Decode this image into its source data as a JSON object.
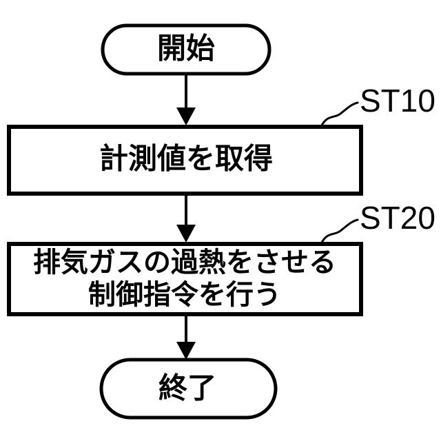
{
  "diagram": {
    "type": "flowchart",
    "orientation": "top-to-bottom",
    "language": "ja",
    "stroke_color": "#000000",
    "fill_color": "#ffffff",
    "background_color": "#ffffff",
    "nodes": [
      {
        "id": "start",
        "shape": "terminator",
        "label": "開始"
      },
      {
        "id": "st10",
        "shape": "process",
        "label": "計測値を取得",
        "reference": "ST10"
      },
      {
        "id": "st20",
        "shape": "process",
        "label_line1": "排気ガスの過熱をさせる",
        "label_line2": "制御指令を行う",
        "reference": "ST20"
      },
      {
        "id": "end",
        "shape": "terminator",
        "label": "終了"
      }
    ],
    "connectors": [
      {
        "from": "start",
        "to": "st10",
        "arrow": "down"
      },
      {
        "from": "st10",
        "to": "st20",
        "arrow": "down"
      },
      {
        "from": "st20",
        "to": "end",
        "arrow": "down"
      }
    ]
  }
}
